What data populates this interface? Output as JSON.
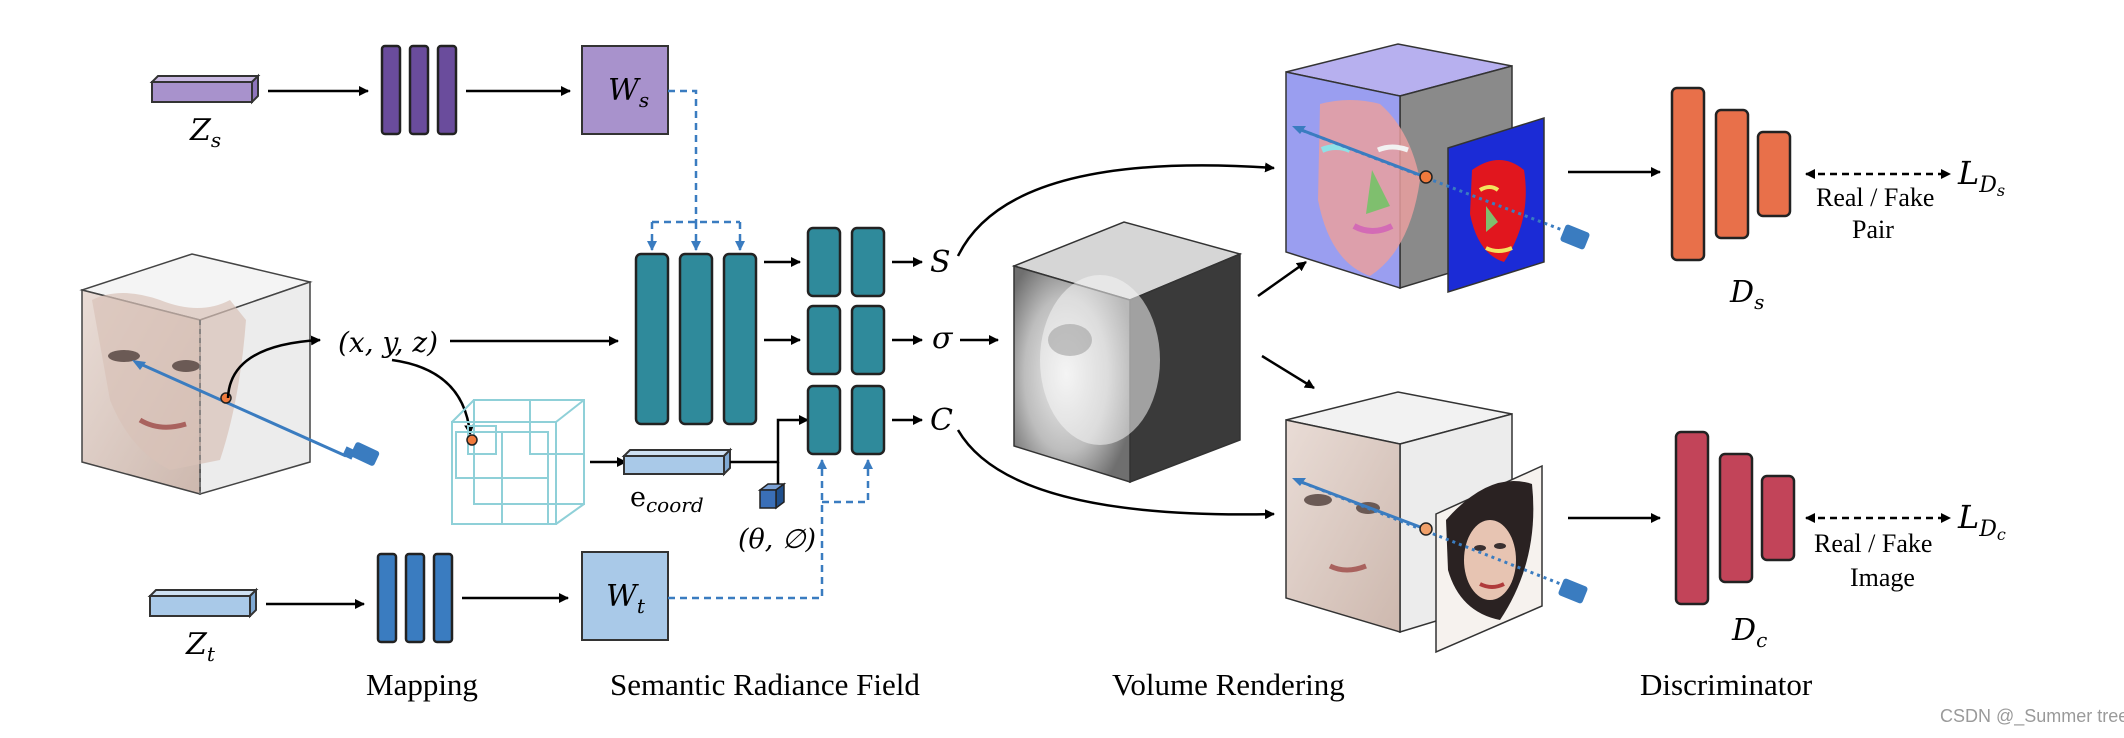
{
  "mapping": {
    "z_s": {
      "base": "Z",
      "sub": "s"
    },
    "z_t": {
      "base": "Z",
      "sub": "t"
    },
    "w_s": {
      "base": "W",
      "sub": "s"
    },
    "w_t": {
      "base": "W",
      "sub": "t"
    },
    "caption": "Mapping"
  },
  "field": {
    "coords": "(x, y, z)",
    "e_coord": {
      "base": "e",
      "sub": "coord"
    },
    "view_dir": "(θ, ∅)",
    "out_s": "S",
    "out_sigma": "σ",
    "out_c": "C",
    "caption": "Semantic Radiance Field"
  },
  "rendering": {
    "caption": "Volume Rendering"
  },
  "discriminator": {
    "d_s": {
      "base": "D",
      "sub": "s"
    },
    "d_c": {
      "base": "D",
      "sub": "c"
    },
    "loss_s": {
      "base": "L",
      "sub": "D",
      "subsub": "s"
    },
    "loss_c": {
      "base": "L",
      "sub": "D",
      "subsub": "c"
    },
    "pair_label_1": "Real / Fake",
    "pair_label_2": "Pair",
    "image_label_1": "Real / Fake",
    "image_label_2": "Image",
    "caption": "Discriminator"
  },
  "watermark": "CSDN @_Summer tree",
  "colors": {
    "purple_bar": "#6a4c9c",
    "purple_light": "#a892cc",
    "blue_bar": "#3a7cc0",
    "blue_light": "#a9c9e8",
    "teal": "#2f8a9b",
    "orange": "#e8704a",
    "crimson": "#c24459",
    "dash_blue": "#3a7cc0"
  }
}
